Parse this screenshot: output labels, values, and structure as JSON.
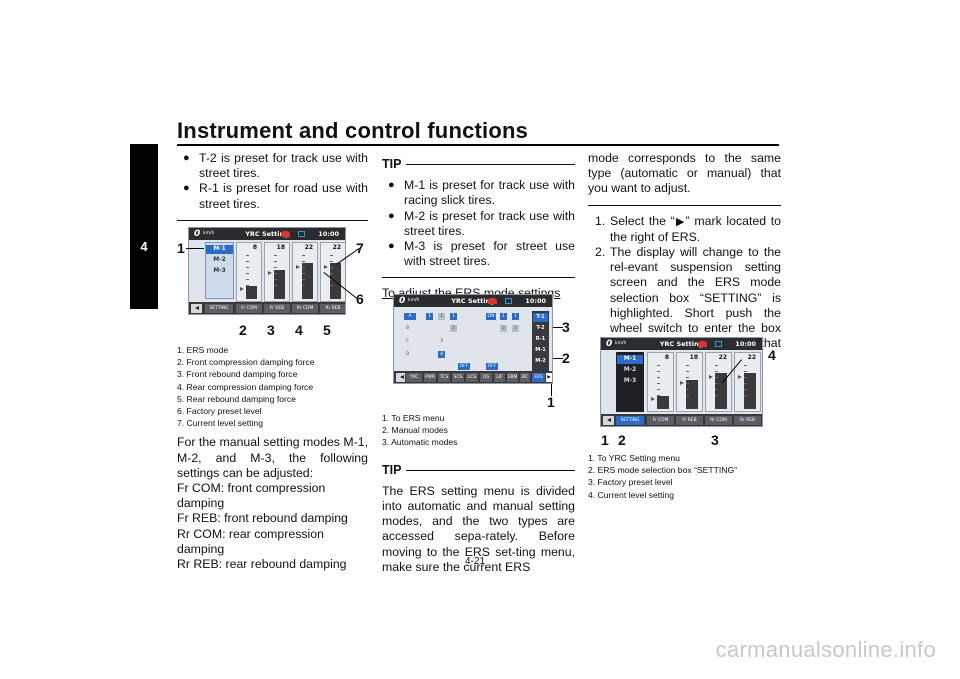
{
  "header": {
    "title": "Instrument and control functions",
    "chapter": "4",
    "page_number": "4-21"
  },
  "watermark": "carmanualsonline.info",
  "col1": {
    "bullets": [
      "T-2 is preset for track use with street tires.",
      "R-1 is preset for road use with street tires."
    ],
    "figure": {
      "screen": {
        "speed": "0",
        "speed_unit": "km/h",
        "title": "YRC Setting",
        "clock": "10:00",
        "modes": [
          "M-1",
          "M-2",
          "M-3"
        ],
        "gauges": [
          {
            "value": "8",
            "level": 0.28
          },
          {
            "value": "18",
            "level": 0.62
          },
          {
            "value": "22",
            "level": 0.78
          },
          {
            "value": "22",
            "level": 0.78
          }
        ],
        "buttons": [
          "SETTING",
          "Fr COM",
          "Fr REB",
          "Rr COM",
          "Rr REB"
        ]
      },
      "callouts": [
        "1",
        "2",
        "3",
        "4",
        "5",
        "6",
        "7"
      ]
    },
    "captions": [
      "1. ERS mode",
      "2. Front compression damping force",
      "3. Front rebound damping force",
      "4. Rear compression damping force",
      "5. Rear rebound damping force",
      "6. Factory preset level",
      "7. Current level setting"
    ],
    "paragraph": "For the manual setting modes M-1, M-2, and M-3, the following settings can be adjusted:",
    "settings": [
      "Fr COM: front compression damping",
      "Fr REB: front rebound damping",
      "Rr COM: rear compression damping",
      "Rr REB: rear rebound damping"
    ]
  },
  "col2": {
    "tip1": {
      "label": "TIP",
      "bullets": [
        "M-1 is preset for track use with racing slick tires.",
        "M-2 is preset for track use with street tires.",
        "M-3 is preset for street use with street tires."
      ]
    },
    "subheading": "To adjust the ERS mode settings",
    "figure": {
      "screen": {
        "speed": "0",
        "speed_unit": "km/h",
        "title": "YRC Setting",
        "clock": "10:00",
        "row_labels": [
          "A",
          "B",
          "C",
          "D"
        ],
        "side_items": [
          "T-1",
          "T-2",
          "R-1",
          "M-1",
          "M-2"
        ],
        "grid_values": [
          "1",
          "2",
          "3",
          "4",
          "ON",
          "OFF"
        ],
        "buttons": [
          "YRC",
          "PWR",
          "TCS",
          "SCS",
          "LCS",
          "QS",
          "LIF",
          "EBM",
          "BC",
          "ERS"
        ]
      },
      "callouts": [
        "1",
        "2",
        "3"
      ]
    },
    "captions": [
      "1. To ERS menu",
      "2. Manual modes",
      "3. Automatic modes"
    ],
    "tip2": {
      "label": "TIP",
      "text": "The ERS setting menu is divided into automatic and manual setting modes, and the two types are accessed sepa-rately. Before moving to the ERS set-ting menu, make sure the current ERS"
    }
  },
  "col3": {
    "continuation": "mode corresponds to the same type (automatic or manual) that you want to adjust.",
    "steps": [
      {
        "num": "1.",
        "pre": "Select the “",
        "glyph": "▶",
        "post": "” mark located to the right of ERS."
      },
      {
        "num": "2.",
        "pre": "The display will change to the rel-evant suspension setting screen and the ERS mode selection box “SETTING” is highlighted. Short push the wheel switch to enter the box and select the ERS mode that you want to adjust.",
        "glyph": "",
        "post": ""
      }
    ],
    "figure": {
      "screen": {
        "speed": "0",
        "speed_unit": "km/h",
        "title": "YRC Setting",
        "clock": "10:00",
        "modes": [
          "M-1",
          "M-2",
          "M-3"
        ],
        "gauges": [
          {
            "value": "8",
            "level": 0.28
          },
          {
            "value": "18",
            "level": 0.62
          },
          {
            "value": "22",
            "level": 0.78
          },
          {
            "value": "22",
            "level": 0.78
          }
        ],
        "buttons": [
          "SETTING",
          "Fr COM",
          "Fr REB",
          "Rr COM",
          "Rr REB"
        ]
      },
      "callouts": [
        "1",
        "2",
        "3",
        "4"
      ]
    },
    "captions": [
      "1. To YRC Setting menu",
      "2. ERS mode selection box “SETTING”",
      "3. Factory preset level",
      "4. Current level setting"
    ]
  }
}
